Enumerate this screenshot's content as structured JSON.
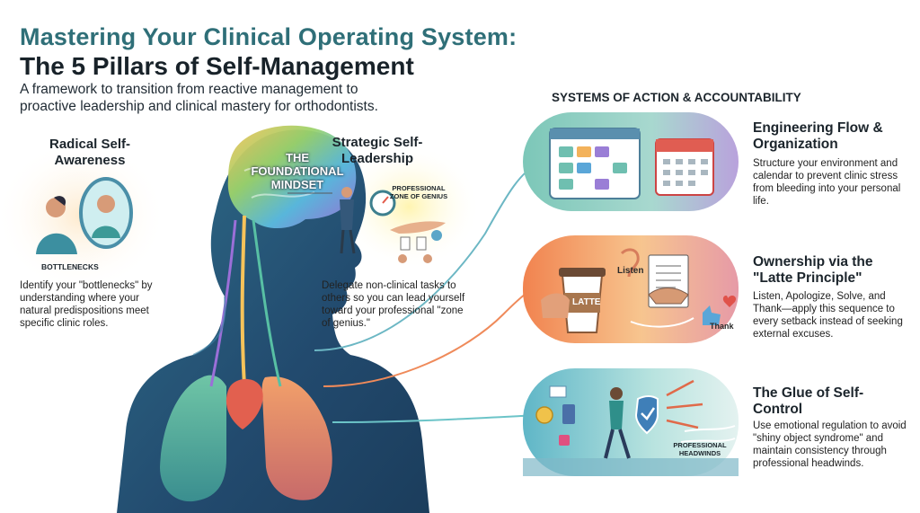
{
  "header": {
    "title_line1": "Mastering Your Clinical Operating System:",
    "title_line2": "The 5 Pillars of Self-Management",
    "subtitle": "A framework to transition from reactive management to proactive leadership and clinical mastery for orthodontists."
  },
  "left_pillar": {
    "title": "Radical Self-Awareness",
    "label": "BOTTLENECKS",
    "description": "Identify your \"bottlenecks\" by understanding where your natural predispositions meet specific clinic roles."
  },
  "center": {
    "brain_label": "THE FOUNDATIONAL MINDSET"
  },
  "strategic_pillar": {
    "title": "Strategic Self-Leadership",
    "label": "PROFESSIONAL ZONE OF GENIUS",
    "description": "Delegate non-clinical tasks to others so you can lead yourself toward your professional \"zone of genius.\""
  },
  "systems": {
    "heading": "SYSTEMS OF ACTION & ACCOUNTABILITY",
    "items": [
      {
        "title": "Engineering Flow & Organization",
        "description": "Structure your environment and calendar to prevent clinic stress from bleeding into your personal life."
      },
      {
        "title": "Ownership via the \"Latte Principle\"",
        "description": "Listen, Apologize, Solve, and Thank—apply this sequence to every setback instead of seeking external excuses.",
        "illustration_labels": {
          "listen": "Listen",
          "cup": "LATTE",
          "thank": "Thank"
        }
      },
      {
        "title": "The Glue of Self-Control",
        "description": "Use emotional regulation to avoid \"shiny object syndrome\" and maintain consistency through professional headwinds.",
        "illustration_labels": {
          "headwinds": "PROFESSIONAL HEADWINDS"
        }
      }
    ]
  },
  "colors": {
    "title_teal": "#2f6f78",
    "text_dark": "#1c252c",
    "card1": "#8fc9c0",
    "card2": "#f3a36b",
    "card3": "#7cc3c9"
  }
}
